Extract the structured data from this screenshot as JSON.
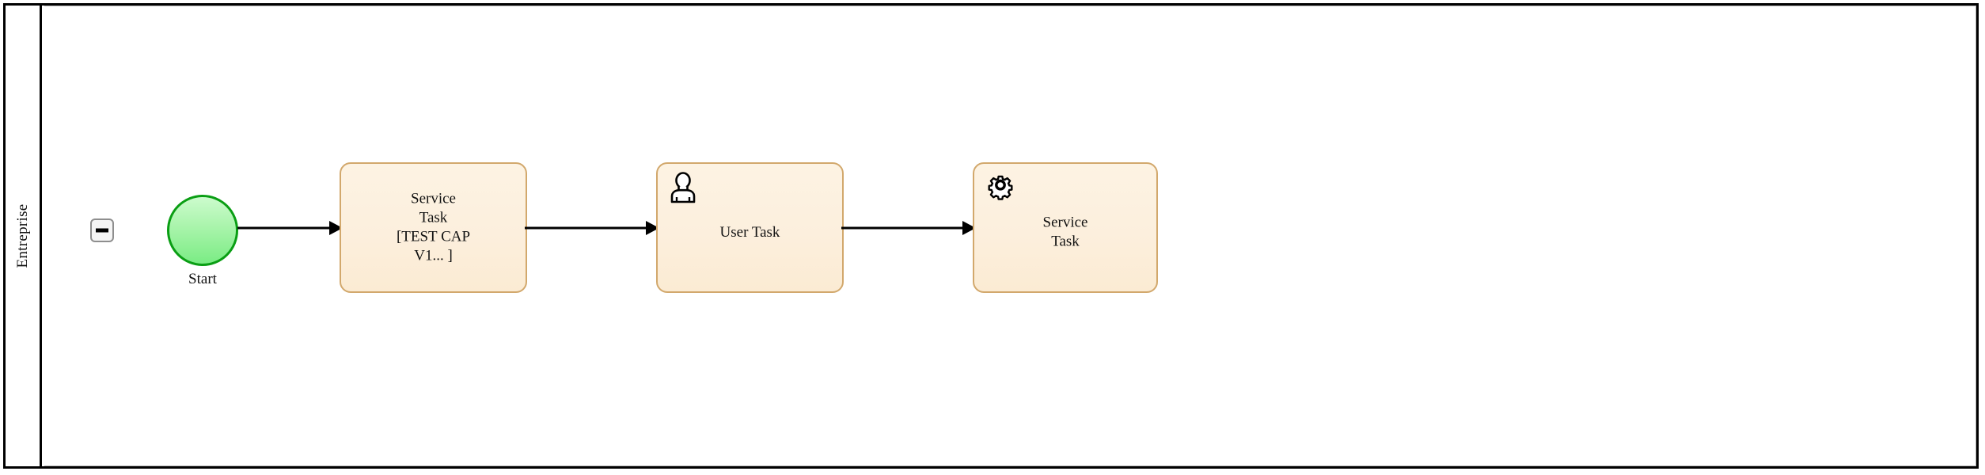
{
  "diagram": {
    "type": "bpmn-process",
    "pool": {
      "name": "Entreprise",
      "collapse_button": {
        "icon": "minus-icon",
        "state": "expanded"
      }
    },
    "elements": [
      {
        "id": "start",
        "type": "start-event",
        "label": "Start",
        "icon": "none",
        "fill": "#a9f4ab",
        "stroke": "#0a9e14"
      },
      {
        "id": "task-service-1",
        "type": "service-task",
        "label": "Service\nTask\n[TEST CAP\nV1... ]",
        "icon": "none",
        "fill": "#fcefdd",
        "stroke": "#d2a86c"
      },
      {
        "id": "task-user",
        "type": "user-task",
        "label": "User Task",
        "icon": "user-icon",
        "fill": "#fcefdd",
        "stroke": "#d2a86c"
      },
      {
        "id": "task-service-2",
        "type": "service-task",
        "label": "Service\nTask",
        "icon": "gear-icon",
        "fill": "#fcefdd",
        "stroke": "#d2a86c"
      }
    ],
    "connectors": [
      {
        "id": "conn-1",
        "from": "start",
        "to": "task-service-1",
        "kind": "sequence-flow"
      },
      {
        "id": "conn-2",
        "from": "task-service-1",
        "to": "task-user",
        "kind": "sequence-flow"
      },
      {
        "id": "conn-3",
        "from": "task-user",
        "to": "task-service-2",
        "kind": "sequence-flow"
      }
    ],
    "colors": {
      "pool_border": "#000000",
      "canvas_background": "#ffffff",
      "task_fill": "#fcefdd",
      "task_stroke": "#d2a86c",
      "start_fill": "#a9f4ab",
      "start_stroke": "#0a9e14",
      "connector": "#000000"
    }
  }
}
